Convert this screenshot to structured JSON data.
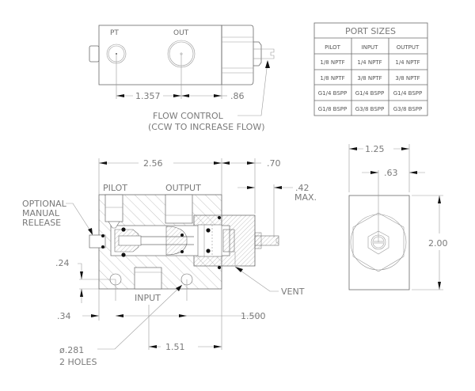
{
  "top_view": {
    "port_labels": {
      "pilot": "PT",
      "output": "OUT"
    },
    "dimensions": {
      "pilot_to_output": "1.357",
      "output_to_body": ".86"
    },
    "callout": {
      "line1": "FLOW CONTROL",
      "line2": "(CCW TO INCREASE FLOW)"
    }
  },
  "port_sizes_table": {
    "title": "PORT SIZES",
    "columns": [
      "PILOT",
      "INPUT",
      "OUTPUT"
    ],
    "rows": [
      [
        "1/8 NPTF",
        "1/4 NPTF",
        "1/4 NPTF"
      ],
      [
        "1/8 NPTF",
        "3/8 NPTF",
        "3/8 NPTF"
      ],
      [
        "G1/4 BSPP",
        "G1/4 BSPP",
        "G1/4 BSPP"
      ],
      [
        "G1/8 BSPP",
        "G3/8 BSPP",
        "G3/8 BSPP"
      ]
    ]
  },
  "section_view": {
    "port_labels": {
      "pilot": "PILOT",
      "output": "OUTPUT",
      "input": "INPUT"
    },
    "callouts": {
      "manual_release": [
        "OPTIONAL",
        "MANUAL",
        "RELEASE"
      ],
      "vent": "VENT",
      "holes": [
        "ø.281",
        "2 HOLES"
      ]
    },
    "dimensions": {
      "overall_length": "2.56",
      "cartridge_extension": ".70",
      "adjuster_max": ".42",
      "adjuster_max_suffix": "MAX.",
      "hole_from_bottom": ".24",
      "hole_from_left": ".34",
      "hole_spacing": "1.500",
      "input_to_right": "1.51"
    }
  },
  "end_view": {
    "dimensions": {
      "width": "1.25",
      "center": ".63",
      "height": "2.00"
    }
  }
}
